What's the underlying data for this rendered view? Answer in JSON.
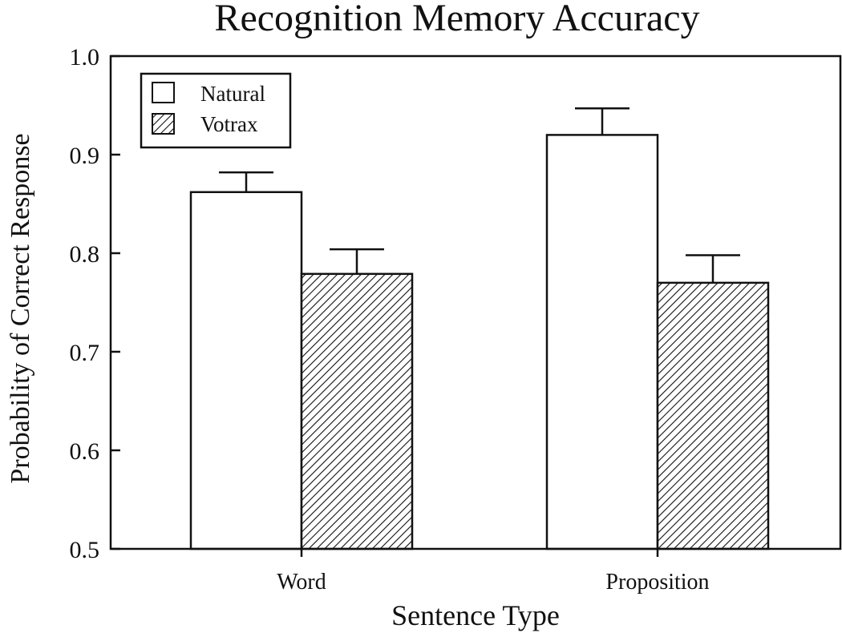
{
  "chart_data": {
    "type": "bar",
    "title": "Recognition Memory Accuracy",
    "xlabel": "Sentence Type",
    "ylabel": "Probability of Correct Response",
    "categories": [
      "Word",
      "Proposition"
    ],
    "series": [
      {
        "name": "Natural",
        "values": [
          0.862,
          0.92
        ],
        "error": [
          0.02,
          0.027
        ],
        "fill": "white"
      },
      {
        "name": "Votrax",
        "values": [
          0.779,
          0.77
        ],
        "error": [
          0.025,
          0.028
        ],
        "fill": "hatched"
      }
    ],
    "ylim": [
      0.5,
      1.0
    ],
    "yticks": [
      "0.5",
      "0.6",
      "0.7",
      "0.8",
      "0.9",
      "1.0"
    ],
    "legend_position": "top-left",
    "grid": false
  },
  "colors": {
    "ink": "#111111",
    "background": "#ffffff"
  }
}
